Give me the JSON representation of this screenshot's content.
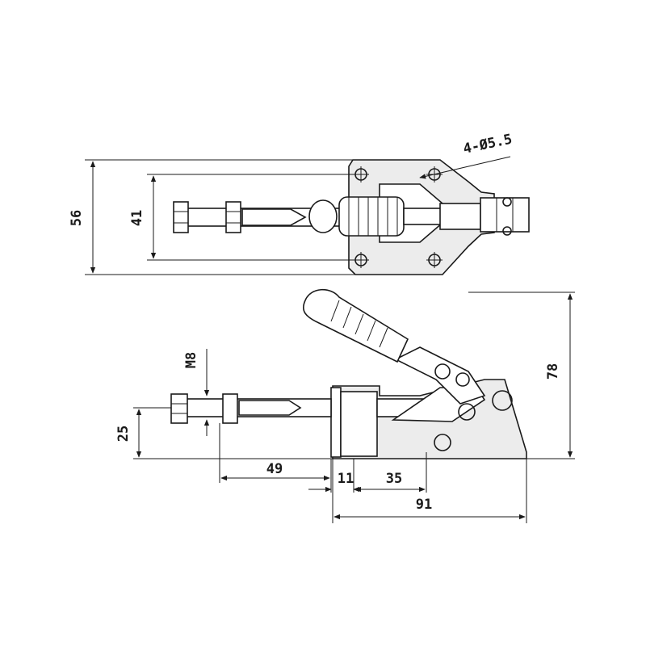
{
  "dimensions": {
    "hole_spec": "4-Ø5.5",
    "overall_width": "56",
    "hole_spacing": "41",
    "overall_height": "78",
    "thread_size": "M8",
    "plunger_height": "25",
    "plunger_extension": "49",
    "base_offset": "11",
    "hole_pitch": "35",
    "base_length": "91"
  }
}
